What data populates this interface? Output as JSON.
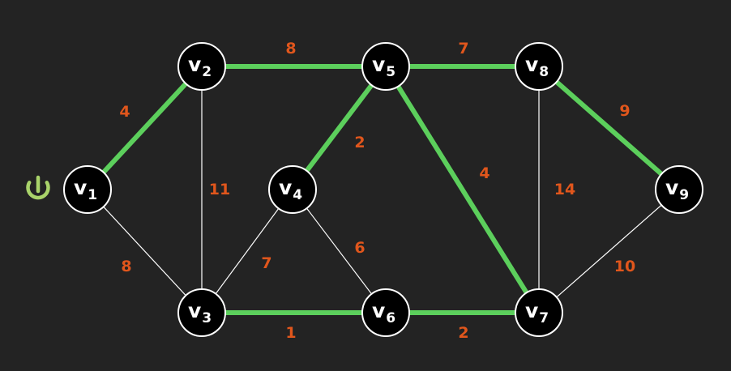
{
  "graph": {
    "start_icon": "power-icon",
    "colors": {
      "background": "#232323",
      "highlight_edge": "#5ccf5c",
      "plain_edge": "#ffffff",
      "weight_text": "#e0561c",
      "node_fill": "#000000",
      "start_icon": "#a9d36a"
    },
    "nodes": [
      {
        "id": "v1",
        "base": "v",
        "sub": "1"
      },
      {
        "id": "v2",
        "base": "v",
        "sub": "2"
      },
      {
        "id": "v3",
        "base": "v",
        "sub": "3"
      },
      {
        "id": "v4",
        "base": "v",
        "sub": "4"
      },
      {
        "id": "v5",
        "base": "v",
        "sub": "5"
      },
      {
        "id": "v6",
        "base": "v",
        "sub": "6"
      },
      {
        "id": "v7",
        "base": "v",
        "sub": "7"
      },
      {
        "id": "v8",
        "base": "v",
        "sub": "8"
      },
      {
        "id": "v9",
        "base": "v",
        "sub": "9"
      }
    ],
    "edges": [
      {
        "from": "v1",
        "to": "v2",
        "weight": "4",
        "highlighted": true
      },
      {
        "from": "v1",
        "to": "v3",
        "weight": "8",
        "highlighted": false
      },
      {
        "from": "v2",
        "to": "v3",
        "weight": "11",
        "highlighted": false
      },
      {
        "from": "v2",
        "to": "v5",
        "weight": "8",
        "highlighted": true
      },
      {
        "from": "v3",
        "to": "v4",
        "weight": "7",
        "highlighted": false
      },
      {
        "from": "v3",
        "to": "v6",
        "weight": "1",
        "highlighted": true
      },
      {
        "from": "v4",
        "to": "v5",
        "weight": "2",
        "highlighted": true
      },
      {
        "from": "v4",
        "to": "v6",
        "weight": "6",
        "highlighted": false
      },
      {
        "from": "v5",
        "to": "v7",
        "weight": "4",
        "highlighted": true
      },
      {
        "from": "v5",
        "to": "v8",
        "weight": "7",
        "highlighted": true
      },
      {
        "from": "v6",
        "to": "v7",
        "weight": "2",
        "highlighted": true
      },
      {
        "from": "v7",
        "to": "v8",
        "weight": "14",
        "highlighted": false
      },
      {
        "from": "v7",
        "to": "v9",
        "weight": "10",
        "highlighted": false
      },
      {
        "from": "v8",
        "to": "v9",
        "weight": "9",
        "highlighted": true
      }
    ]
  }
}
